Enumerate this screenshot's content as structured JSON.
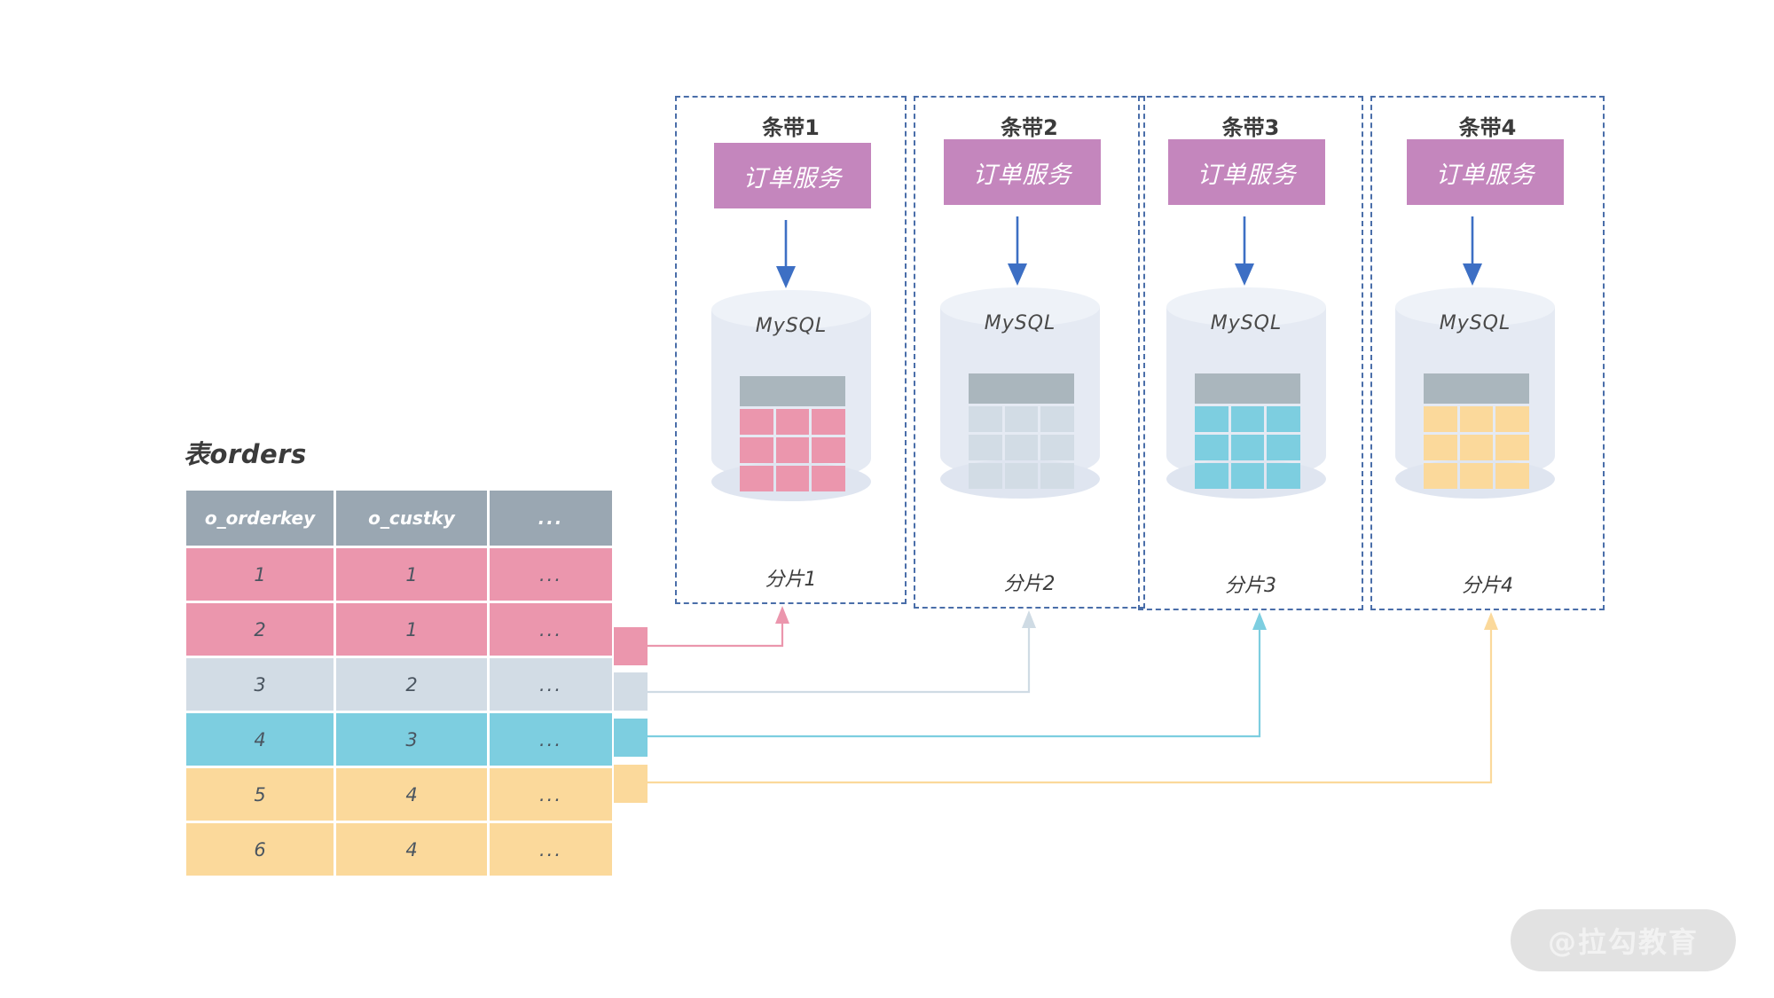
{
  "table": {
    "title": "表orders",
    "columns": [
      "o_orderkey",
      "o_custky",
      "..."
    ],
    "rows": [
      {
        "o_orderkey": "1",
        "o_custky": "1",
        "more": "...",
        "color_key": "pink"
      },
      {
        "o_orderkey": "2",
        "o_custky": "1",
        "more": "...",
        "color_key": "pink"
      },
      {
        "o_orderkey": "3",
        "o_custky": "2",
        "more": "...",
        "color_key": "grey"
      },
      {
        "o_orderkey": "4",
        "o_custky": "3",
        "more": "...",
        "color_key": "cyan"
      },
      {
        "o_orderkey": "5",
        "o_custky": "4",
        "more": "...",
        "color_key": "amber"
      },
      {
        "o_orderkey": "6",
        "o_custky": "4",
        "more": "...",
        "color_key": "amber"
      }
    ]
  },
  "legend": [
    {
      "name": "shard-1-swatch",
      "color": "#eb96ad"
    },
    {
      "name": "shard-2-swatch",
      "color": "#d2dce5"
    },
    {
      "name": "shard-3-swatch",
      "color": "#7dcee0"
    },
    {
      "name": "shard-4-swatch",
      "color": "#fbd99b"
    }
  ],
  "shards": [
    {
      "stripe_label": "条带1",
      "service_label": "订单服务",
      "db_label": "MySQL",
      "shard_label": "分片1",
      "row_color": "#eb96ad"
    },
    {
      "stripe_label": "条带2",
      "service_label": "订单服务",
      "db_label": "MySQL",
      "shard_label": "分片2",
      "row_color": "#d2dce5"
    },
    {
      "stripe_label": "条带3",
      "service_label": "订单服务",
      "db_label": "MySQL",
      "shard_label": "分片3",
      "row_color": "#7dcee0"
    },
    {
      "stripe_label": "条带4",
      "service_label": "订单服务",
      "db_label": "MySQL",
      "shard_label": "分片4",
      "row_color": "#fbd99b"
    }
  ],
  "colors": {
    "pink": "#eb96ad",
    "grey": "#d2dce5",
    "cyan": "#7dcee0",
    "amber": "#fbd99b",
    "header_grey": "#9aa7b2",
    "service_purple": "#c486bd",
    "panel_border": "#4a6ea9",
    "arrow_blue": "#3d6fc4",
    "cylinder": "#e5eaf3"
  },
  "watermark": {
    "text": "@拉勾教育"
  }
}
